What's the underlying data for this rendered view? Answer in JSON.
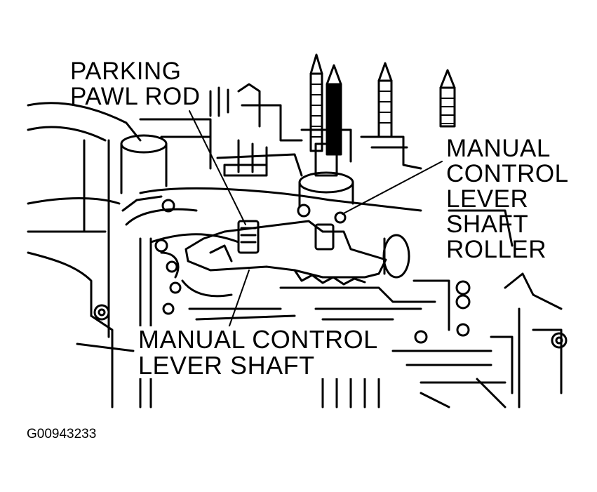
{
  "labels": {
    "parking_pawl_rod": [
      "PARKING",
      "PAWL ROD"
    ],
    "manual_control_lever_shaft_roller": [
      "MANUAL",
      "CONTROL",
      "LEVER",
      "SHAFT",
      "ROLLER"
    ],
    "manual_control_lever_shaft": [
      "MANUAL CONTROL",
      "LEVER SHAFT"
    ]
  },
  "figure_id": "G00943233"
}
